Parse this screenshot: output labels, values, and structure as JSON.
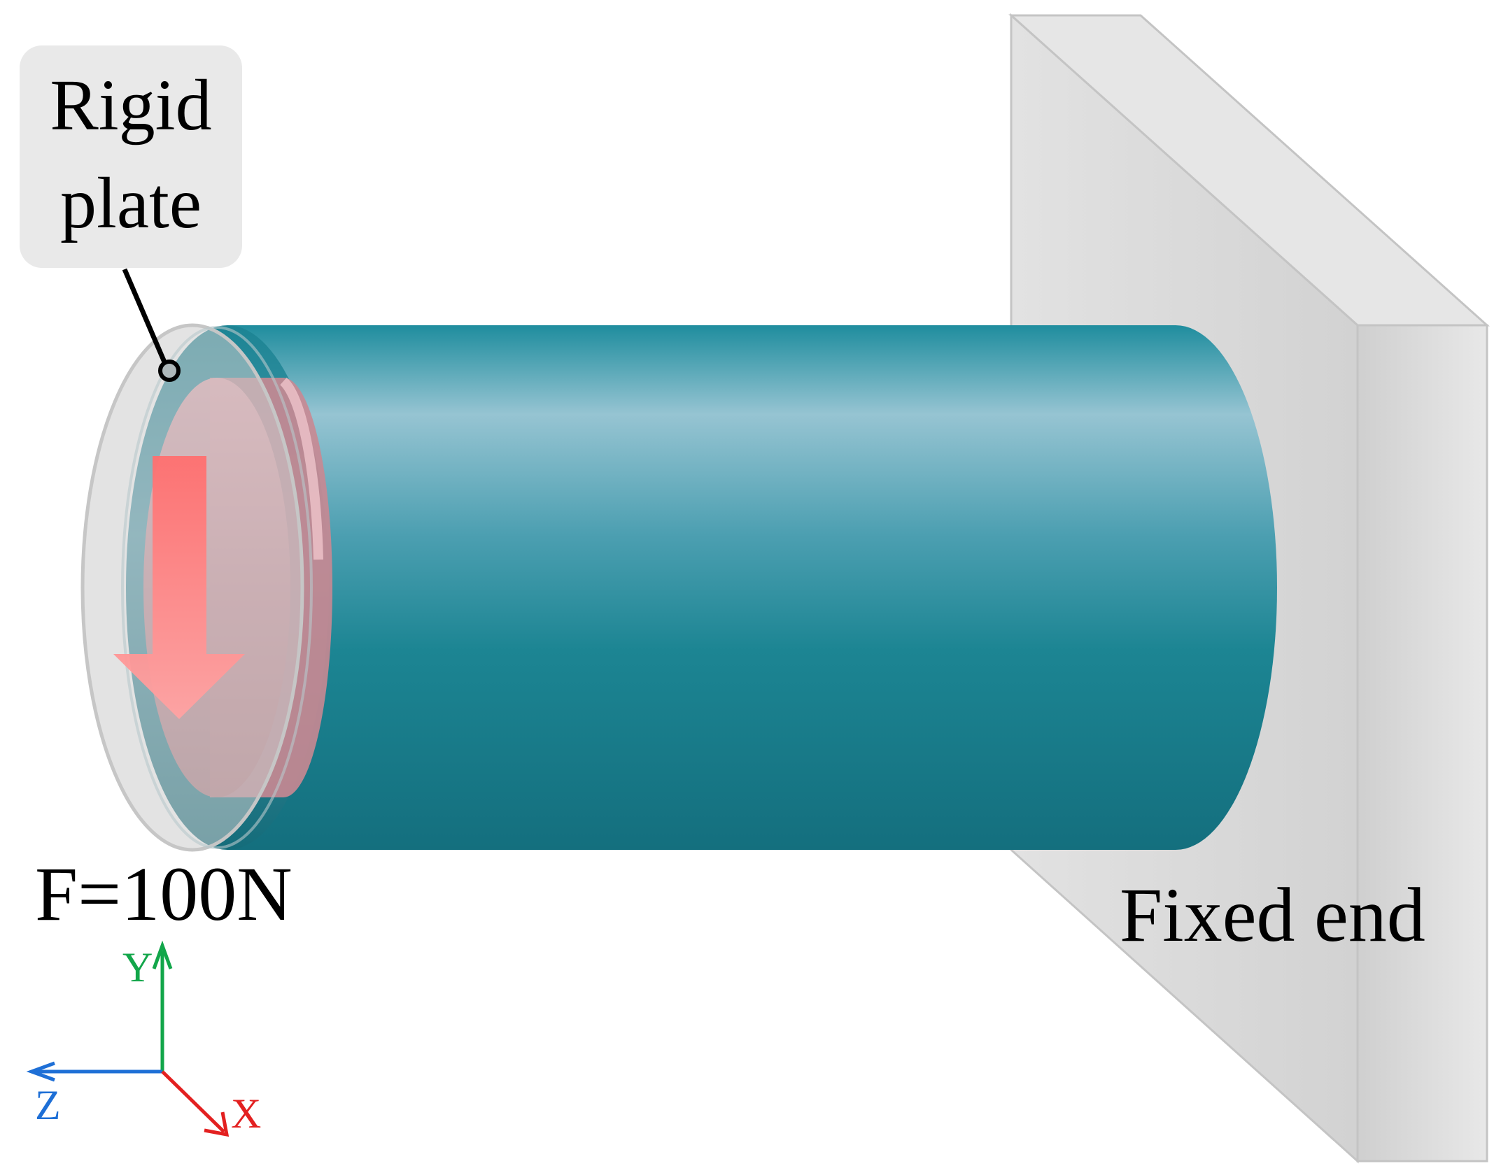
{
  "labels": {
    "rigid_plate_line1": "Rigid",
    "rigid_plate_line2": "plate",
    "force": "F=100N",
    "fixed_end": "Fixed end"
  },
  "axes": {
    "y": "Y",
    "z": "Z",
    "x": "X"
  },
  "colors": {
    "cylinder": "#1b8090",
    "rigid_plate": "#d0d0d0",
    "load_face": "#e48b96",
    "force_arrow": "#ff7272",
    "wall": "#dcdcdc",
    "axis_y": "#12a64a",
    "axis_z": "#1e6fd6",
    "axis_x": "#e32020"
  }
}
